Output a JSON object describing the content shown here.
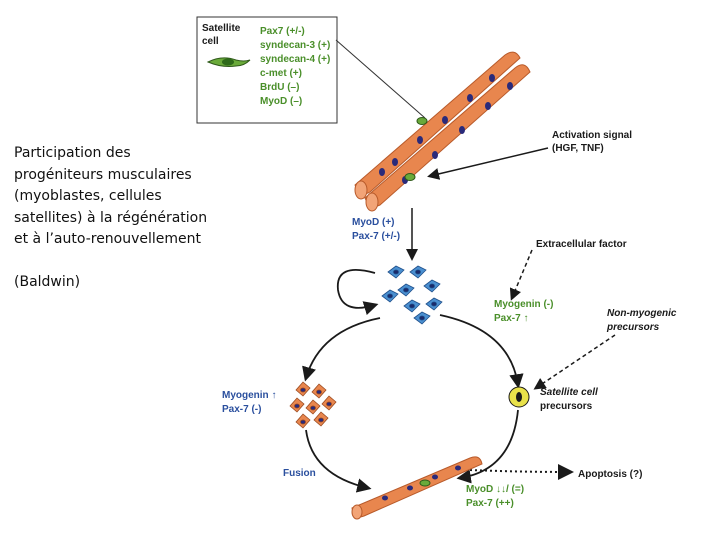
{
  "caption": {
    "line1": "Participation des",
    "line2": "progéniteurs musculaires",
    "line3": "(myoblastes, cellules",
    "line4": "satellites) à la régénération",
    "line5": "et à l’auto-renouvellement",
    "source": "(Baldwin)"
  },
  "legend": {
    "title_line1": "Satellite",
    "title_line2": "cell",
    "markers": [
      "Pax7 (+/-)",
      "syndecan-3 (+)",
      "syndecan-4 (+)",
      "c-met (+)",
      "BrdU (–)",
      "MyoD (–)"
    ]
  },
  "labels": {
    "activation_line1": "Activation signal",
    "activation_line2": "(HGF, TNF)",
    "myod_top_line1": "MyoD (+)",
    "myod_top_line2": "Pax-7 (+/-)",
    "extracellular": "Extracellular factor",
    "myogenin_right_line1": "Myogenin (-)",
    "myogenin_right_line2": "Pax-7 ↑",
    "nonmyogenic_line1": "Non-myogenic",
    "nonmyogenic_line2": "precursors",
    "satellite_line1": "Satellite cell",
    "satellite_line2": "precursors",
    "myogenin_left_line1": "Myogenin ↑",
    "myogenin_left_line2": "Pax-7 (-)",
    "fusion": "Fusion",
    "apoptosis": "Apoptosis (?)",
    "myod_bottom_line1": "MyoD ↓↓/ (=)",
    "myod_bottom_line2": "Pax-7 (++)"
  },
  "colors": {
    "fiber": "#e8864e",
    "fiber_dark": "#b85a2a",
    "nucleus": "#2a2a7a",
    "myoblast": "#4a8fd0",
    "myocyte": "#e8864e",
    "satellite_cell": "#6aaa3a",
    "label_blue": "#2a4f9e",
    "label_green": "#4a8f2a"
  }
}
